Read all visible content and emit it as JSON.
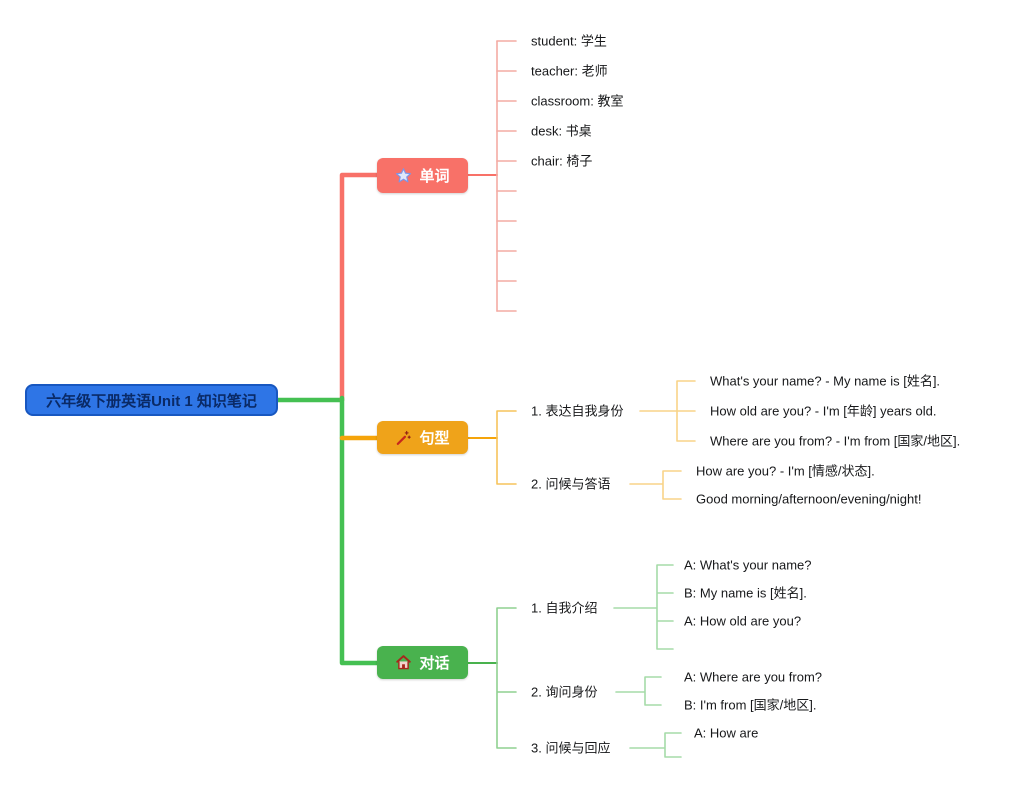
{
  "root": {
    "label": "六年级下册英语Unit 1 知识笔记"
  },
  "branches": {
    "words": {
      "label": "单词",
      "icon": "star-icon",
      "items": [
        "student: 学生",
        "teacher: 老师",
        "classroom: 教室",
        "desk: 书桌",
        "chair: 椅子"
      ]
    },
    "sentences": {
      "label": "句型",
      "icon": "magic-wand-icon",
      "children": [
        {
          "label": "1. 表达自我身份",
          "items": [
            "What's your name? - My name is [姓名].",
            "How old are you? - I'm [年龄] years old.",
            "Where are you from? - I'm from [国家/地区]."
          ]
        },
        {
          "label": "2. 问候与答语",
          "items": [
            "How are you? - I'm [情感/状态].",
            "Good morning/afternoon/evening/night!"
          ]
        }
      ]
    },
    "dialogs": {
      "label": "对话",
      "icon": "house-icon",
      "children": [
        {
          "label": "1. 自我介绍",
          "items": [
            "A: What's your name?",
            "B: My name is [姓名].",
            "A: How old are you?"
          ]
        },
        {
          "label": "2. 询问身份",
          "items": [
            "A: Where are you from?",
            "B: I'm from [国家/地区]."
          ]
        },
        {
          "label": "3. 问候与回应",
          "items": [
            "A: How are"
          ]
        }
      ]
    }
  },
  "colors": {
    "root_bg": "#2e75e6",
    "root_border": "#1857c0",
    "root_text": "#0a2a66",
    "words_accent": "#f87168",
    "words_line_light": "#f4aba3",
    "sentences_accent": "#efa31a",
    "sentences_line_light": "#f6c35c",
    "dialogs_accent": "#49b24e",
    "dialogs_line_light": "#8fd190",
    "trunk_green": "#45c052",
    "leaf_text": "#17181a"
  }
}
